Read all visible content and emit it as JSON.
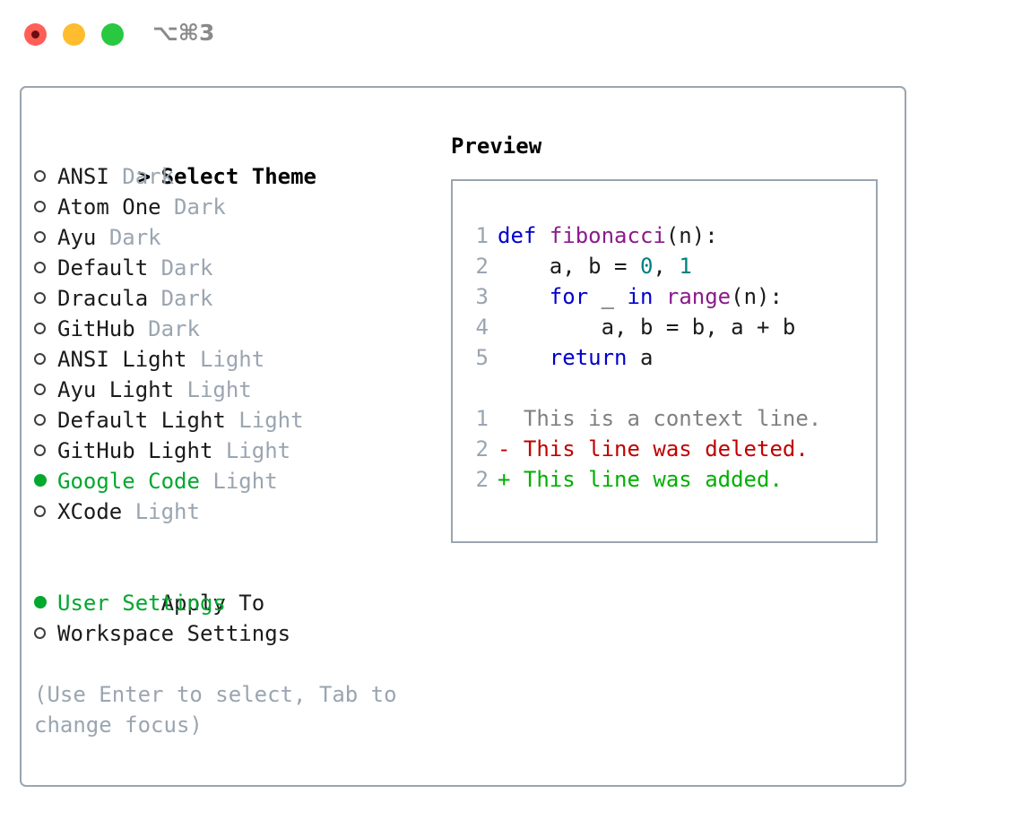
{
  "window": {
    "title_shortcut": "⌥⌘3",
    "traffic_lights": [
      {
        "name": "close-button",
        "color": "#ff5f57"
      },
      {
        "name": "minimize-button",
        "color": "#febc2e"
      },
      {
        "name": "maximize-button",
        "color": "#28c840"
      }
    ]
  },
  "theme_picker": {
    "header_prompt": ">",
    "header_label": "Select Theme",
    "items": [
      {
        "marker": "○",
        "name": "ANSI",
        "tag": "Dark",
        "selected": false
      },
      {
        "marker": "○",
        "name": "Atom One",
        "tag": "Dark",
        "selected": false
      },
      {
        "marker": "○",
        "name": "Ayu",
        "tag": "Dark",
        "selected": false
      },
      {
        "marker": "○",
        "name": "Default",
        "tag": "Dark",
        "selected": false
      },
      {
        "marker": "○",
        "name": "Dracula",
        "tag": "Dark",
        "selected": false
      },
      {
        "marker": "○",
        "name": "GitHub",
        "tag": "Dark",
        "selected": false
      },
      {
        "marker": "○",
        "name": "ANSI Light",
        "tag": "Light",
        "selected": false
      },
      {
        "marker": "○",
        "name": "Ayu Light",
        "tag": "Light",
        "selected": false
      },
      {
        "marker": "○",
        "name": "Default Light",
        "tag": "Light",
        "selected": false
      },
      {
        "marker": "○",
        "name": "GitHub Light",
        "tag": "Light",
        "selected": false
      },
      {
        "marker": "●",
        "name": "Google Code",
        "tag": "Light",
        "selected": true
      },
      {
        "marker": "○",
        "name": "XCode",
        "tag": "Light",
        "selected": false
      }
    ]
  },
  "apply_to": {
    "header_label": "Apply To",
    "items": [
      {
        "name": "User Settings",
        "selected": true
      },
      {
        "name": "Workspace Settings",
        "selected": false
      }
    ]
  },
  "hint": {
    "line1": "(Use Enter to select, Tab to",
    "line2": "change focus)"
  },
  "preview": {
    "title": "Preview",
    "code_lines": [
      {
        "num": "1",
        "tokens": [
          {
            "t": "def",
            "c": "kw"
          },
          {
            "t": " ",
            "c": "pl"
          },
          {
            "t": "fibonacci",
            "c": "fn"
          },
          {
            "t": "(n):",
            "c": "pl"
          }
        ]
      },
      {
        "num": "2",
        "tokens": [
          {
            "t": "    a, b = ",
            "c": "pl"
          },
          {
            "t": "0",
            "c": "num"
          },
          {
            "t": ", ",
            "c": "pl"
          },
          {
            "t": "1",
            "c": "num"
          }
        ]
      },
      {
        "num": "3",
        "tokens": [
          {
            "t": "    ",
            "c": "pl"
          },
          {
            "t": "for",
            "c": "kw"
          },
          {
            "t": " _ ",
            "c": "pl"
          },
          {
            "t": "in",
            "c": "kw"
          },
          {
            "t": " ",
            "c": "pl"
          },
          {
            "t": "range",
            "c": "fn"
          },
          {
            "t": "(n):",
            "c": "pl"
          }
        ]
      },
      {
        "num": "4",
        "tokens": [
          {
            "t": "        a, b = b, a + b",
            "c": "pl"
          }
        ]
      },
      {
        "num": "5",
        "tokens": [
          {
            "t": "    ",
            "c": "pl"
          },
          {
            "t": "return",
            "c": "kw"
          },
          {
            "t": " a",
            "c": "pl"
          }
        ]
      }
    ],
    "diff_lines": [
      {
        "num": "1",
        "sign": " ",
        "text": " This is a context line.",
        "kind": "ctx"
      },
      {
        "num": "2",
        "sign": "-",
        "text": " This line was deleted.",
        "kind": "del"
      },
      {
        "num": "2",
        "sign": "+",
        "text": " This line was added.",
        "kind": "add"
      }
    ]
  },
  "colors": {
    "accent_green": "#00a82d",
    "muted": "#9aa5b1",
    "keyword": "#0000cc",
    "function": "#8b1a8b",
    "number": "#008080",
    "diff_deleted": "#c00000",
    "diff_added": "#00b000",
    "diff_context": "#808080",
    "border": "#9aa5b1"
  }
}
